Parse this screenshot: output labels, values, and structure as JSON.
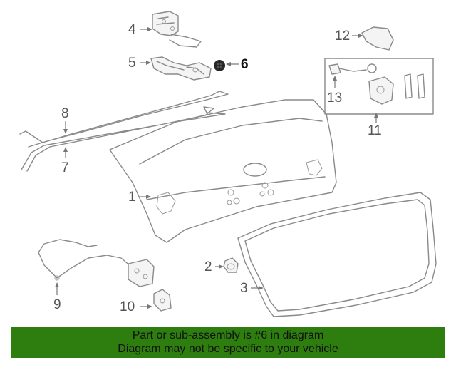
{
  "callouts": {
    "c1": "1",
    "c2": "2",
    "c3": "3",
    "c4": "4",
    "c5": "5",
    "c6": "6",
    "c7": "7",
    "c8": "8",
    "c9": "9",
    "c10": "10",
    "c11": "11",
    "c12": "12",
    "c13": "13"
  },
  "highlight_callout": "6",
  "banner": {
    "line1": "Part or sub-assembly is #6 in diagram",
    "line2": "Diagram may not be specific to your vehicle",
    "background_color": "#2e7d0f"
  }
}
